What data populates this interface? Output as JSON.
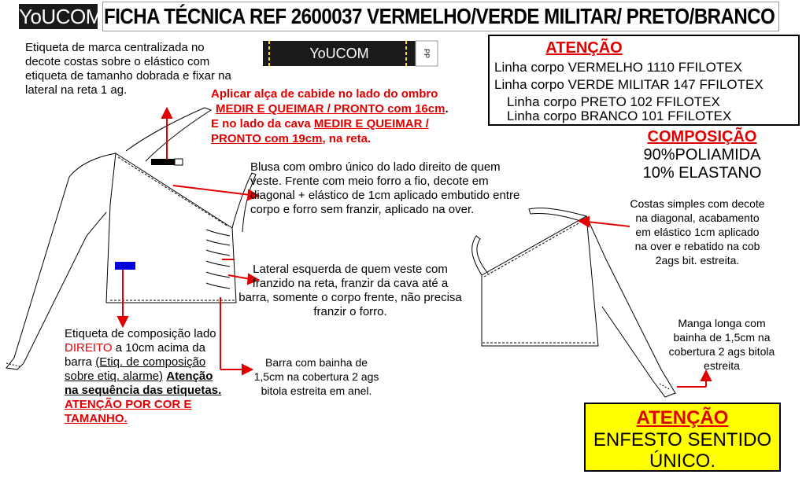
{
  "header": {
    "logo": "YoUCOM",
    "title": "FICHA TÉCNICA REF 2600037 VERMELHO/VERDE MILITAR/ PRETO/BRANCO"
  },
  "label_sample": {
    "brand": "YoUCOM",
    "size": "PP"
  },
  "notes": {
    "brand_label": "Etiqueta de marca centralizada no decote costas sobre o elástico com etiqueta de tamanho dobrada e fixar na lateral na reta 1 ag.",
    "hanger_line1": "Aplicar alça de cabide no lado do ombro",
    "hanger_line2": "MEDIR E QUEIMAR / PRONTO com 16cm",
    "hanger_line3_a": "E no lado da cava",
    "hanger_line3_b": "MEDIR E QUEIMAR /",
    "hanger_line4_a": "PRONTO com 19cm",
    "hanger_line4_b": ", na reta.",
    "blouse_front": "Blusa com ombro único do lado direito de quem veste. Frente com meio forro a fio, decote em diagonal + elástico de 1cm aplicado embutido entre corpo e forro sem franzir, aplicado na over.",
    "left_side": "Lateral esquerda de quem veste com franzido na reta, franzir da cava até a barra, somente o corpo frente, não precisa franzir o forro.",
    "hem": "Barra com bainha de 1,5cm na cobertura 2 ags bitola estreita em anel.",
    "comp_label_a": "Etiqueta de composição lado",
    "comp_label_b": "DIREITO",
    "comp_label_c": "a 10cm acima da barra",
    "comp_label_d": "(Etiq. de composição sobre etiq. alarme)",
    "comp_label_e": "Atenção na sequência das etiquetas.",
    "comp_label_f": "ATENÇÃO POR COR E TAMANHO.",
    "back": "Costas simples com decote na diagonal, acabamento em elástico 1cm aplicado na over e rebatido na cob 2ags bit. estreita.",
    "sleeve": "Manga longa com bainha de 1,5cm na cobertura 2 ags bitola estreita"
  },
  "attention_box": {
    "title": "ATENÇÃO",
    "lines": [
      "Linha corpo VERMELHO 1110 FFILOTEX",
      "Linha corpo VERDE MILITAR 147 FFILOTEX",
      "Linha corpo PRETO 102 FFILOTEX",
      "Linha corpo BRANCO 101 FFILOTEX"
    ]
  },
  "composition": {
    "title": "COMPOSIÇÃO",
    "lines": [
      "90%POLIAMIDA",
      "10% ELASTANO"
    ]
  },
  "enfesto": {
    "title": "ATENÇÃO",
    "lines": [
      "ENFESTO SENTIDO",
      "ÚNICO."
    ]
  },
  "colors": {
    "red_annotation": "#e00000",
    "label_marker_blue": "#0000dd",
    "highlight_yellow": "#ffff00"
  }
}
